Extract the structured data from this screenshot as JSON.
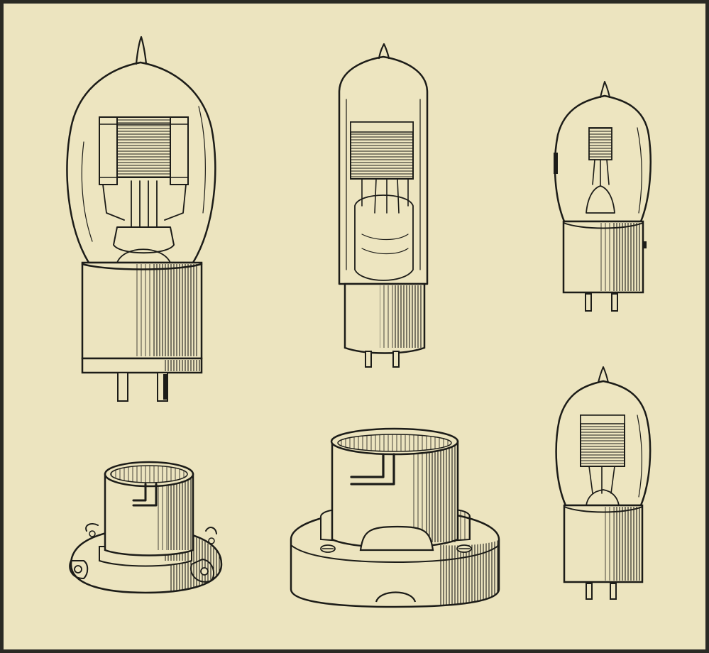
{
  "plate": {
    "paper_color": "#ece4bf",
    "ink_color": "#1c1c18",
    "border_color": "#2a2a24"
  },
  "illustrations": [
    {
      "name": "large-vacuum-tube",
      "glyph": "bulb-tube-four-pin"
    },
    {
      "name": "tall-vacuum-tube",
      "glyph": "tubular-tube-two-pin"
    },
    {
      "name": "small-vacuum-tube-top",
      "glyph": "bulb-tube-two-pin"
    },
    {
      "name": "small-vacuum-tube-bottom",
      "glyph": "bulb-tube-two-pin"
    },
    {
      "name": "bayonet-tube-socket-small",
      "glyph": "socket-with-lugs"
    },
    {
      "name": "bayonet-tube-socket-large",
      "glyph": "socket-porcelain-base"
    }
  ]
}
